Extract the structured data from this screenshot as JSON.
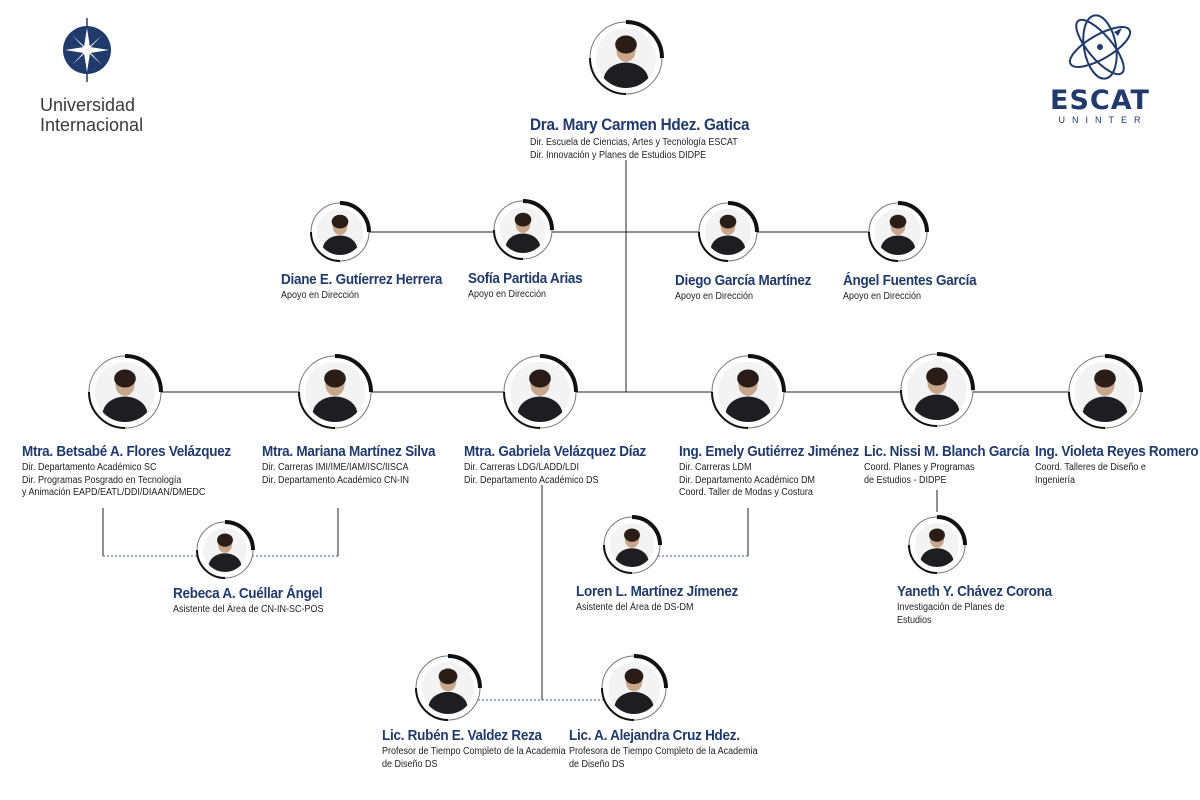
{
  "header": {
    "university_name": "Universidad\nInternacional",
    "escat_logo": "ESCAT",
    "uninter_logo": "UNINTER"
  },
  "colors": {
    "accent": "#1f3a6b",
    "lines": "#222222",
    "dotted": "#3a5a9a"
  },
  "people": {
    "director": {
      "name": "Dra. Mary Carmen Hdez. Gatica",
      "role": "Dir. Escuela de Ciencias, Artes y Tecnología ESCAT\nDir. Innovación y Planes de Estudios DIDPE"
    },
    "diane": {
      "name": "Diane E. Gutíerrez Herrera",
      "role": "Apoyo en Dirección"
    },
    "sofia": {
      "name": "Sofía Partida Arias",
      "role": "Apoyo en Dirección"
    },
    "diego": {
      "name": "Diego García Martínez",
      "role": "Apoyo en Dirección"
    },
    "angel": {
      "name": "Ángel Fuentes García",
      "role": "Apoyo en Dirección"
    },
    "betsabe": {
      "name": "Mtra. Betsabé A. Flores Velázquez",
      "role": "Dir. Departamento Académico SC\nDir. Programas Posgrado en Tecnología\ny Animación EAPD/EATL/DDI/DIAAN/DMEDC"
    },
    "mariana": {
      "name": "Mtra. Mariana Martínez Silva",
      "role": "Dir. Carreras IMI/IME/IAM/ISC/IISCA\nDir. Departamento Académico CN-IN"
    },
    "gabriela": {
      "name": "Mtra. Gabriela Velázquez Díaz",
      "role": "Dir. Carreras LDG/LADD/LDI\nDir. Departamento Académico DS"
    },
    "emely": {
      "name": "Ing. Emely Gutiérrez Jiménez",
      "role": "Dir. Carreras LDM\nDir. Departamento Académico DM\nCoord. Taller de Modas y Costura"
    },
    "nissi": {
      "name": "Lic. Nissi M. Blanch García",
      "role": "Coord. Planes y Programas\nde Estudios - DIDPE"
    },
    "violeta": {
      "name": "Ing. Violeta Reyes Romero",
      "role": "Coord. Talleres de Diseño e Ingeniería"
    },
    "rebeca": {
      "name": "Rebeca A. Cuéllar Ángel",
      "role": "Asistente del Área de CN-IN-SC-POS"
    },
    "loren": {
      "name": "Loren L. Martínez Jímenez",
      "role": "Asistente del Área de DS-DM"
    },
    "yaneth": {
      "name": "Yaneth Y. Chávez Corona",
      "role": "Investigación de Planes de\nEstudios"
    },
    "ruben": {
      "name": "Lic. Rubén E. Valdez Reza",
      "role": "Profesor de Tiempo Completo de la Academia\nde Diseño DS"
    },
    "alejandra": {
      "name": "Lic. A. Alejandra Cruz Hdez.",
      "role": "Profesora de Tiempo Completo de la Academia\nde Diseño DS"
    }
  }
}
